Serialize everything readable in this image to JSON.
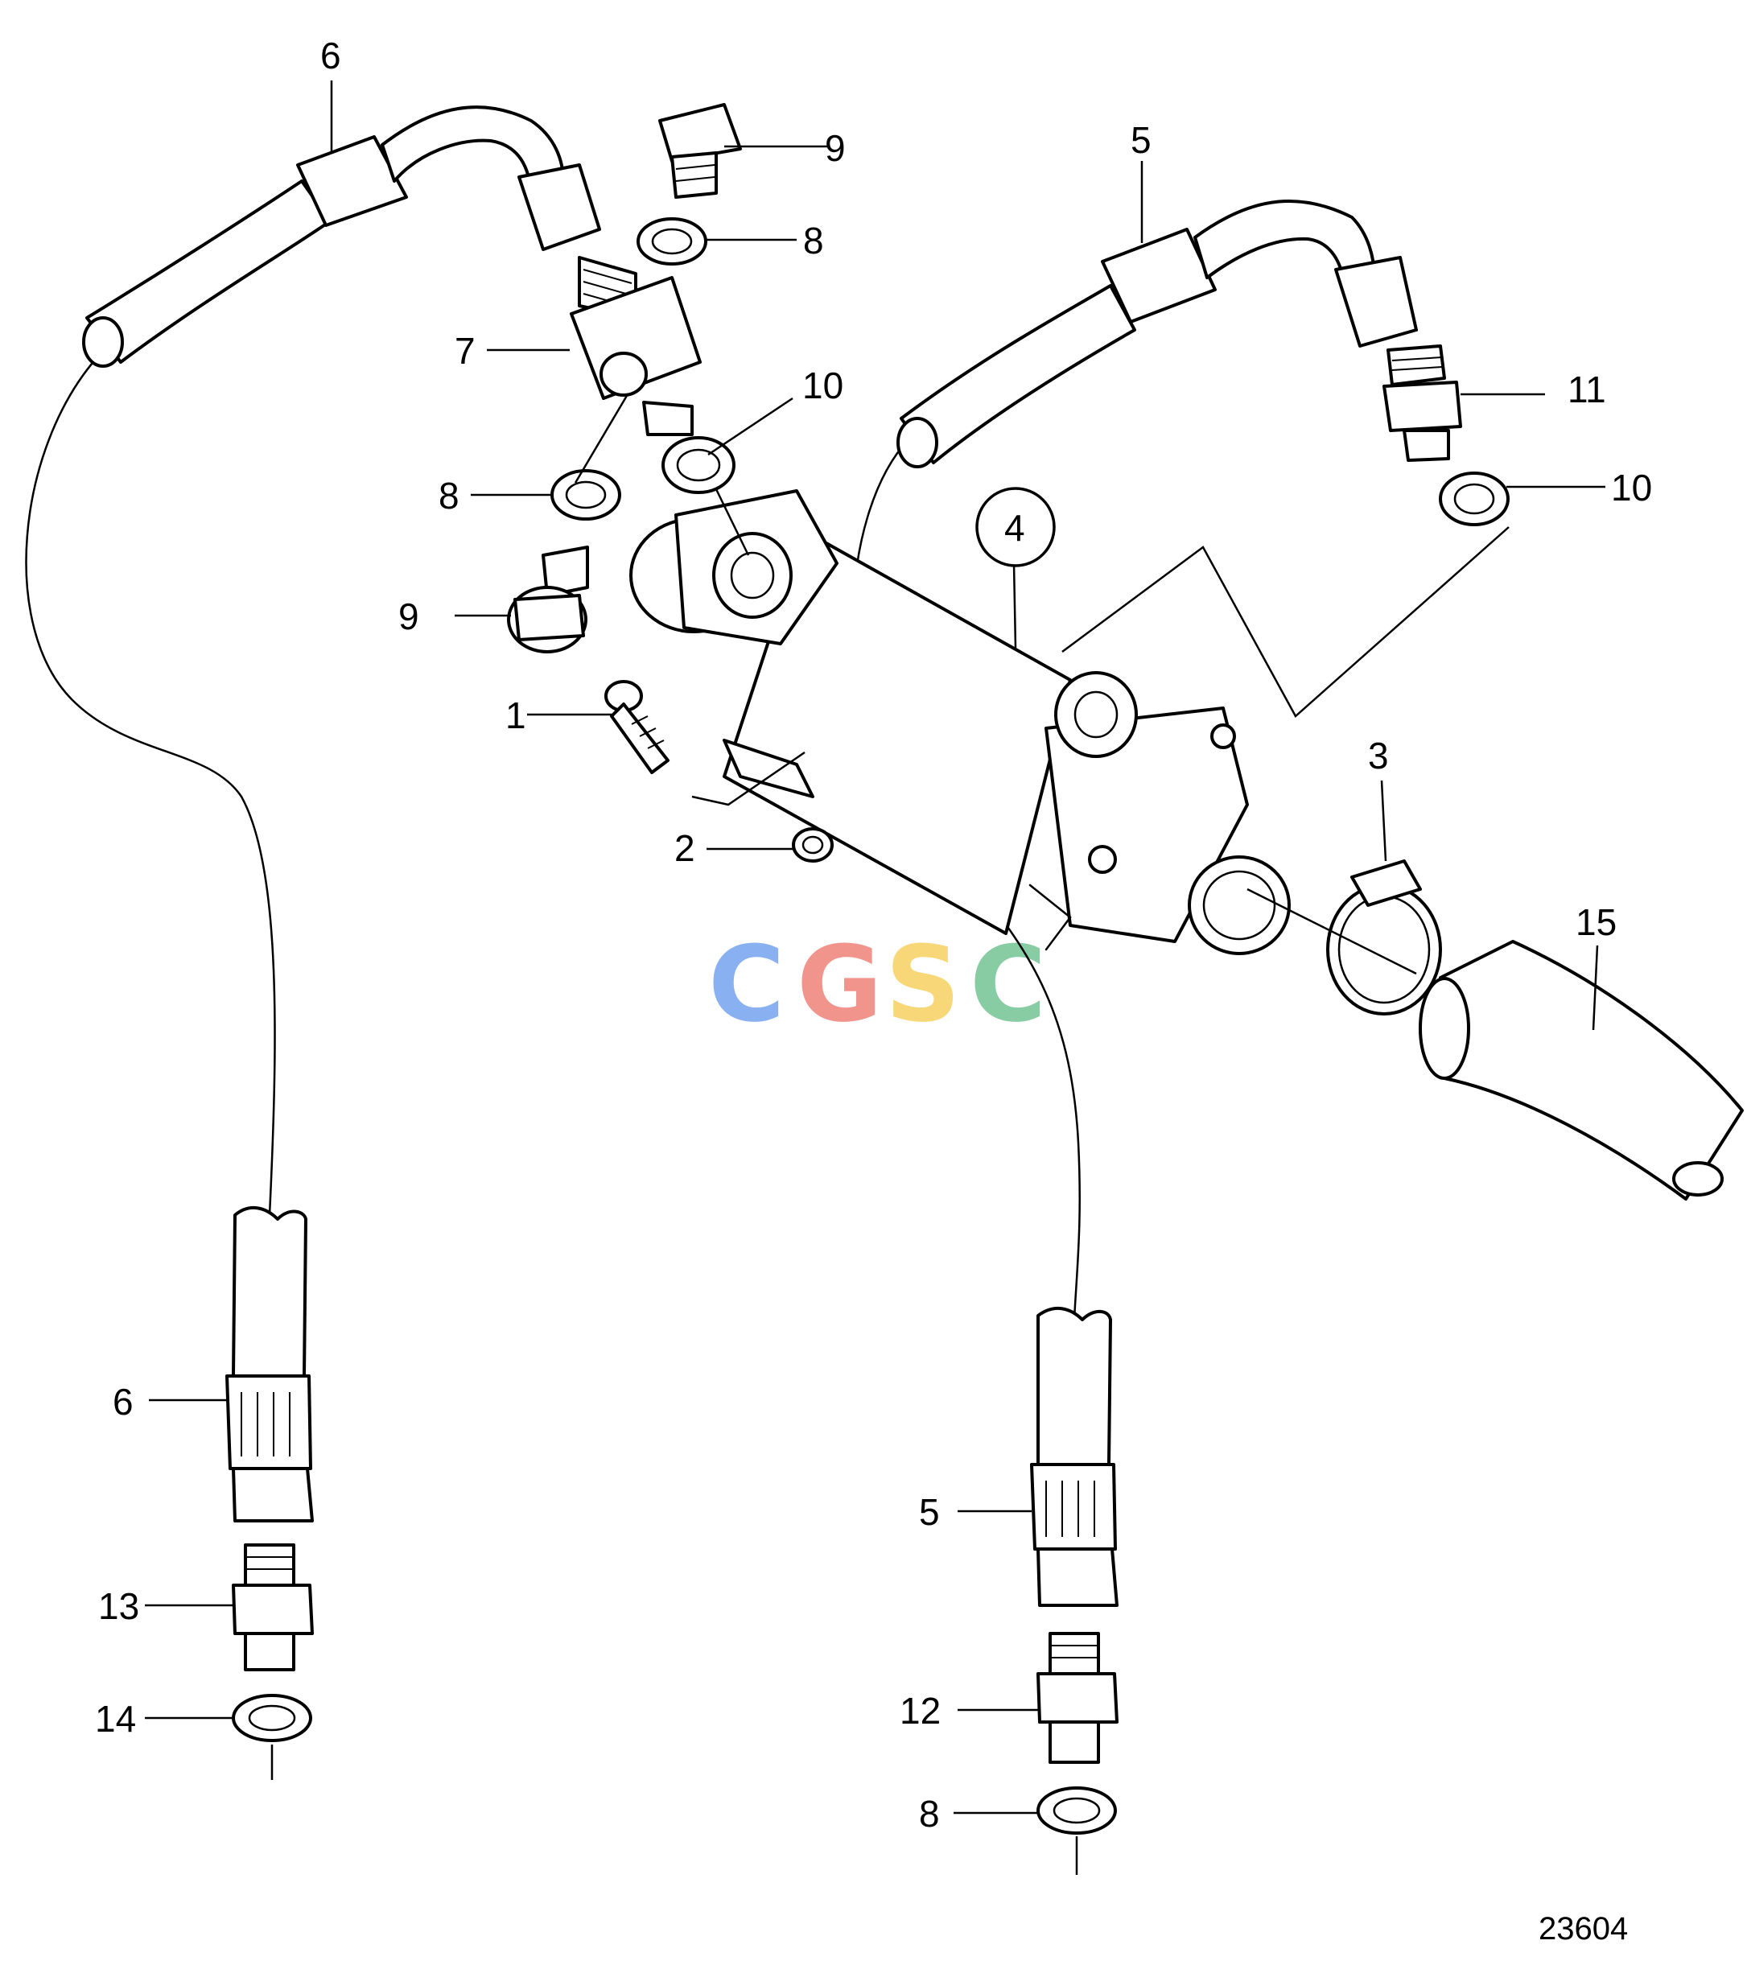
{
  "callouts": {
    "c1": "1",
    "c2": "2",
    "c3": "3",
    "c4": "4",
    "c5a": "5",
    "c5b": "5",
    "c6a": "6",
    "c6b": "6",
    "c7": "7",
    "c8a": "8",
    "c8b": "8",
    "c8c": "8",
    "c9a": "9",
    "c9b": "9",
    "c10a": "10",
    "c10b": "10",
    "c11": "11",
    "c12": "12",
    "c13": "13",
    "c14": "14",
    "c15": "15"
  },
  "drawing_number": "23604",
  "watermark": {
    "letters": [
      "C",
      "G",
      "S",
      "C"
    ],
    "colors": [
      "#7da9f0",
      "#f08a80",
      "#f7d36a",
      "#7cc79a"
    ]
  }
}
